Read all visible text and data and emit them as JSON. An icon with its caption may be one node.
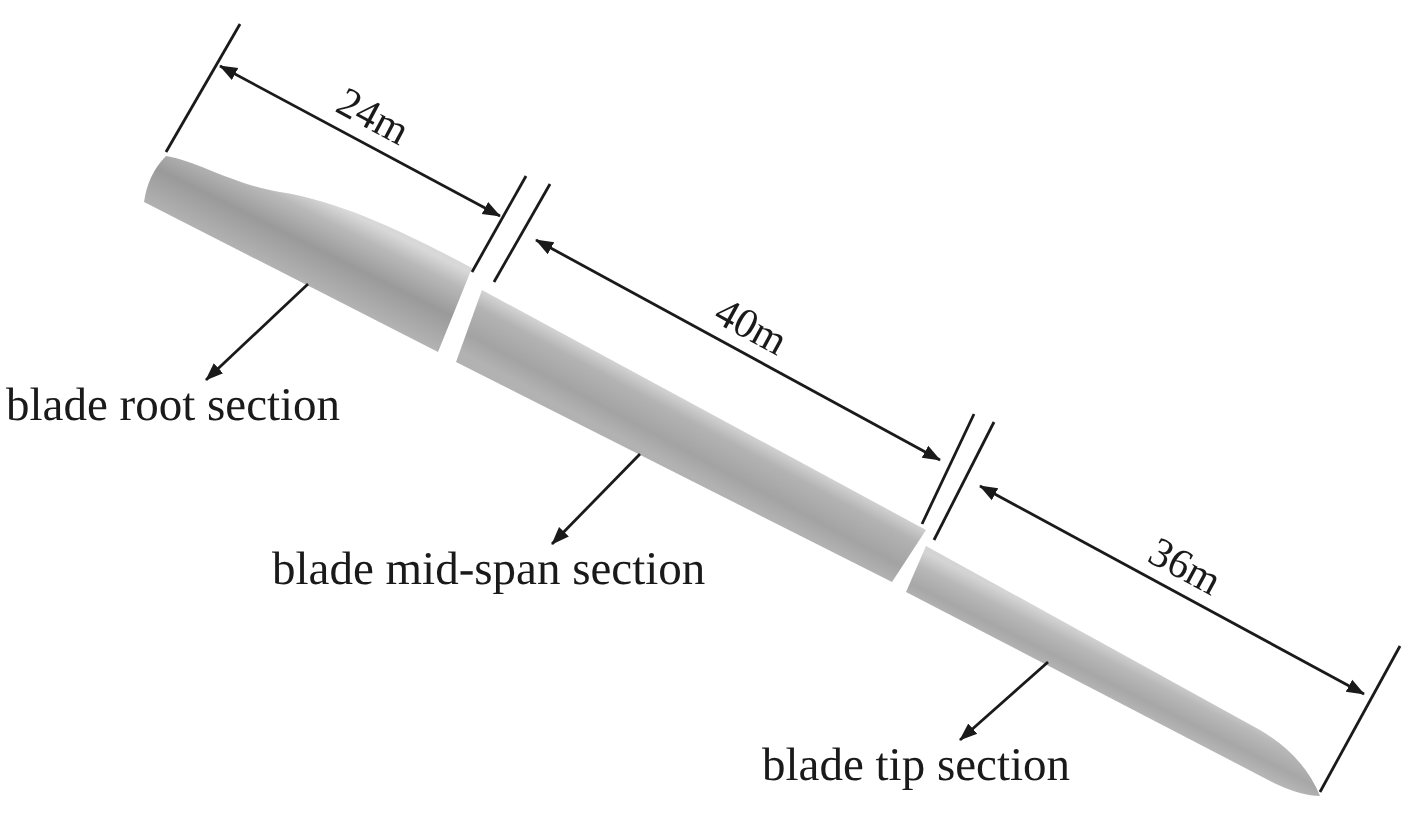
{
  "diagram": {
    "nodes": [
      {
        "text": [],
        "shape": "picture"
      },
      {
        "text": [
          "blade root section"
        ]
      },
      {
        "text": [],
        "shape": "picture"
      },
      {
        "text": [
          "blade mid-span section"
        ]
      },
      {
        "text": [],
        "shape": "picture"
      },
      {
        "text": [
          "blade tip section"
        ]
      }
    ],
    "edges": [
      {
        "from": 0,
        "to": 1,
        "arrow": "to"
      },
      {
        "from": 2,
        "to": 3,
        "arrow": "to"
      },
      {
        "from": 4,
        "to": 5,
        "arrow": "to"
      }
    ],
    "labels": [
      "24m",
      "40m",
      "36m"
    ]
  }
}
